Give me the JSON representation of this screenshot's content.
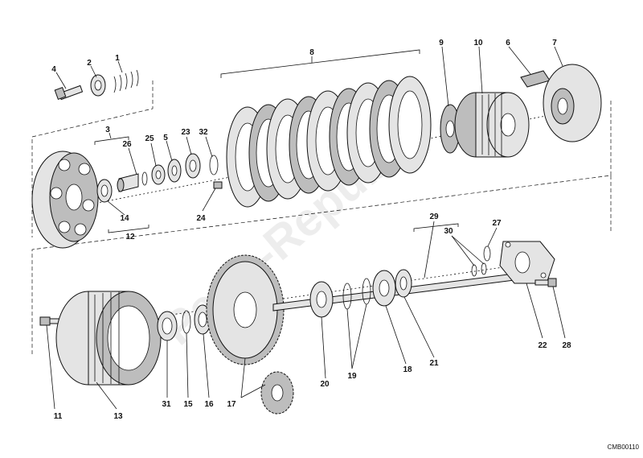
{
  "diagram": {
    "doc_code": "CMB00110",
    "watermark": "Parts-Republik",
    "part_numbers": [
      "1",
      "2",
      "3",
      "4",
      "5",
      "6",
      "7",
      "8",
      "9",
      "10",
      "11",
      "12",
      "13",
      "14",
      "15",
      "16",
      "17",
      "18",
      "19",
      "20",
      "21",
      "22",
      "23",
      "24",
      "25",
      "26",
      "27",
      "28",
      "29",
      "30",
      "31",
      "32"
    ]
  }
}
